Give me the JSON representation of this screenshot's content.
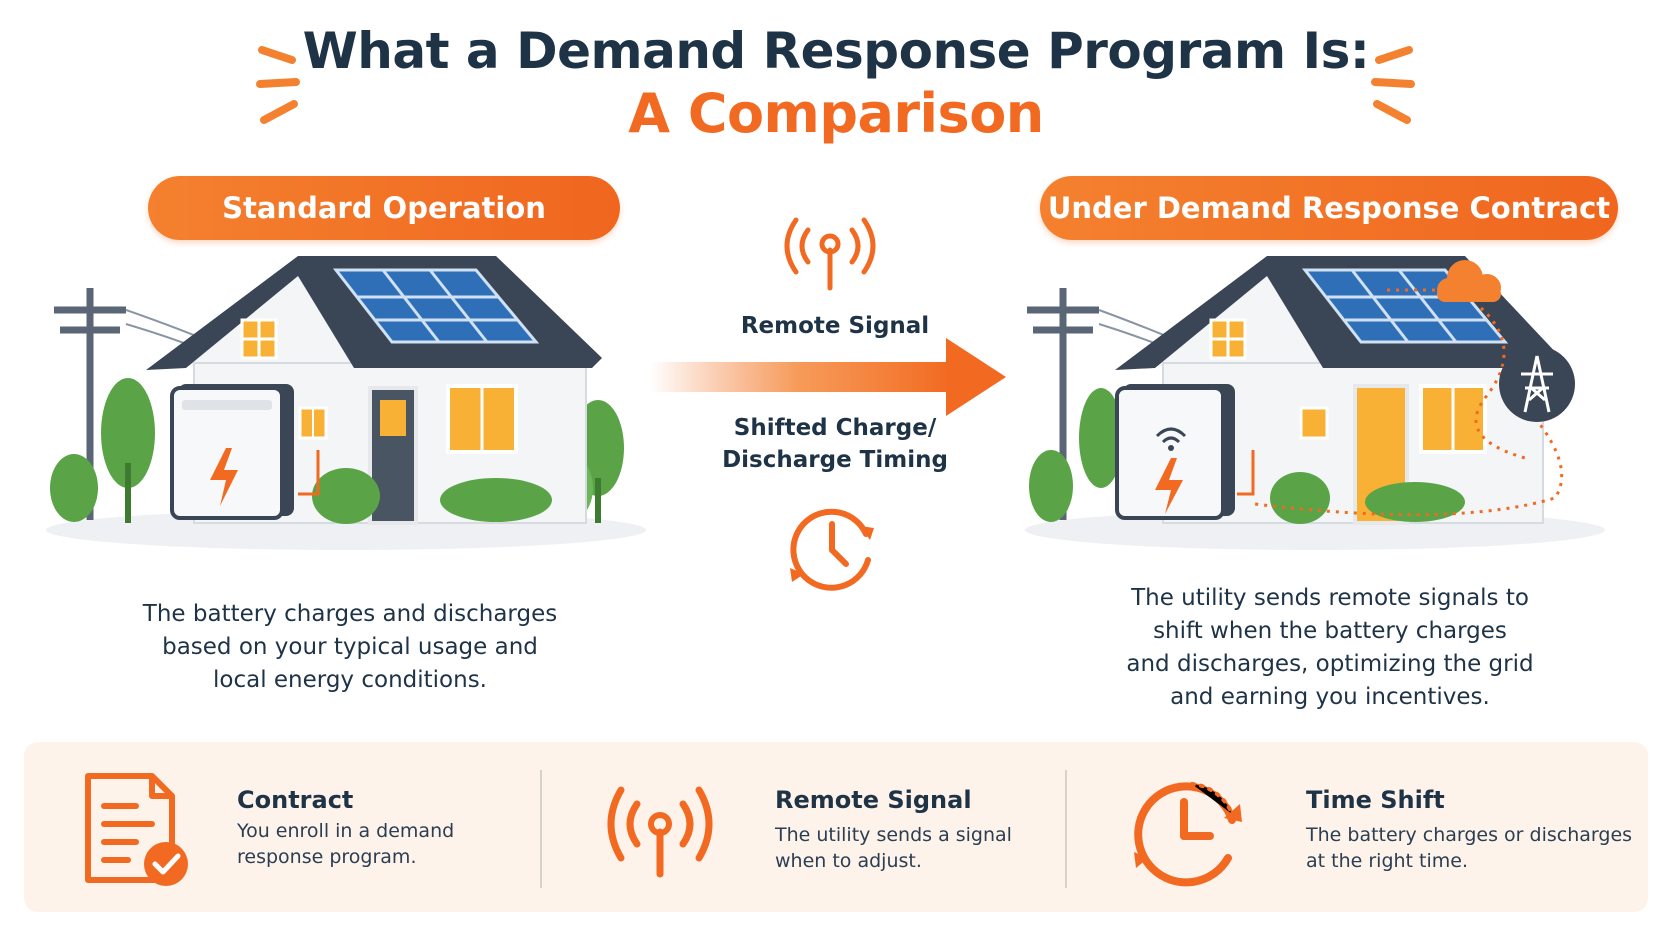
{
  "header": {
    "title_line1": "What a Demand Response Program Is:",
    "title_line2": "A Comparison"
  },
  "left_panel": {
    "label": "Standard Operation",
    "description": [
      "The battery charges and discharges",
      "based on your typical usage and",
      "local energy conditions."
    ]
  },
  "middle": {
    "signal_label": "Remote Signal",
    "shift_label_line1": "Shifted Charge/",
    "shift_label_line2": "Discharge Timing"
  },
  "right_panel": {
    "label": "Under Demand Response Contract",
    "description": [
      "The utility sends remote signals to",
      "shift when the battery charges",
      "and discharges, optimizing the grid",
      "and earning you incentives."
    ]
  },
  "features": [
    {
      "title": "Contract",
      "desc_line1": "You enroll in a demand",
      "desc_line2": "response program.",
      "icon": "contract-icon"
    },
    {
      "title": "Remote Signal",
      "desc_line1": "The utility sends a signal",
      "desc_line2": "when to adjust.",
      "icon": "signal-icon"
    },
    {
      "title": "Time Shift",
      "desc_line1": "The battery charges or discharges",
      "desc_line2": "at the right time.",
      "icon": "clock-icon"
    }
  ],
  "colors": {
    "accent": "#f26a21",
    "navy": "#1f3347",
    "panel_bg": "#fdf3ea",
    "solar_blue": "#2f6fb8",
    "roof": "#3a4656",
    "tree_green": "#5aa447"
  }
}
